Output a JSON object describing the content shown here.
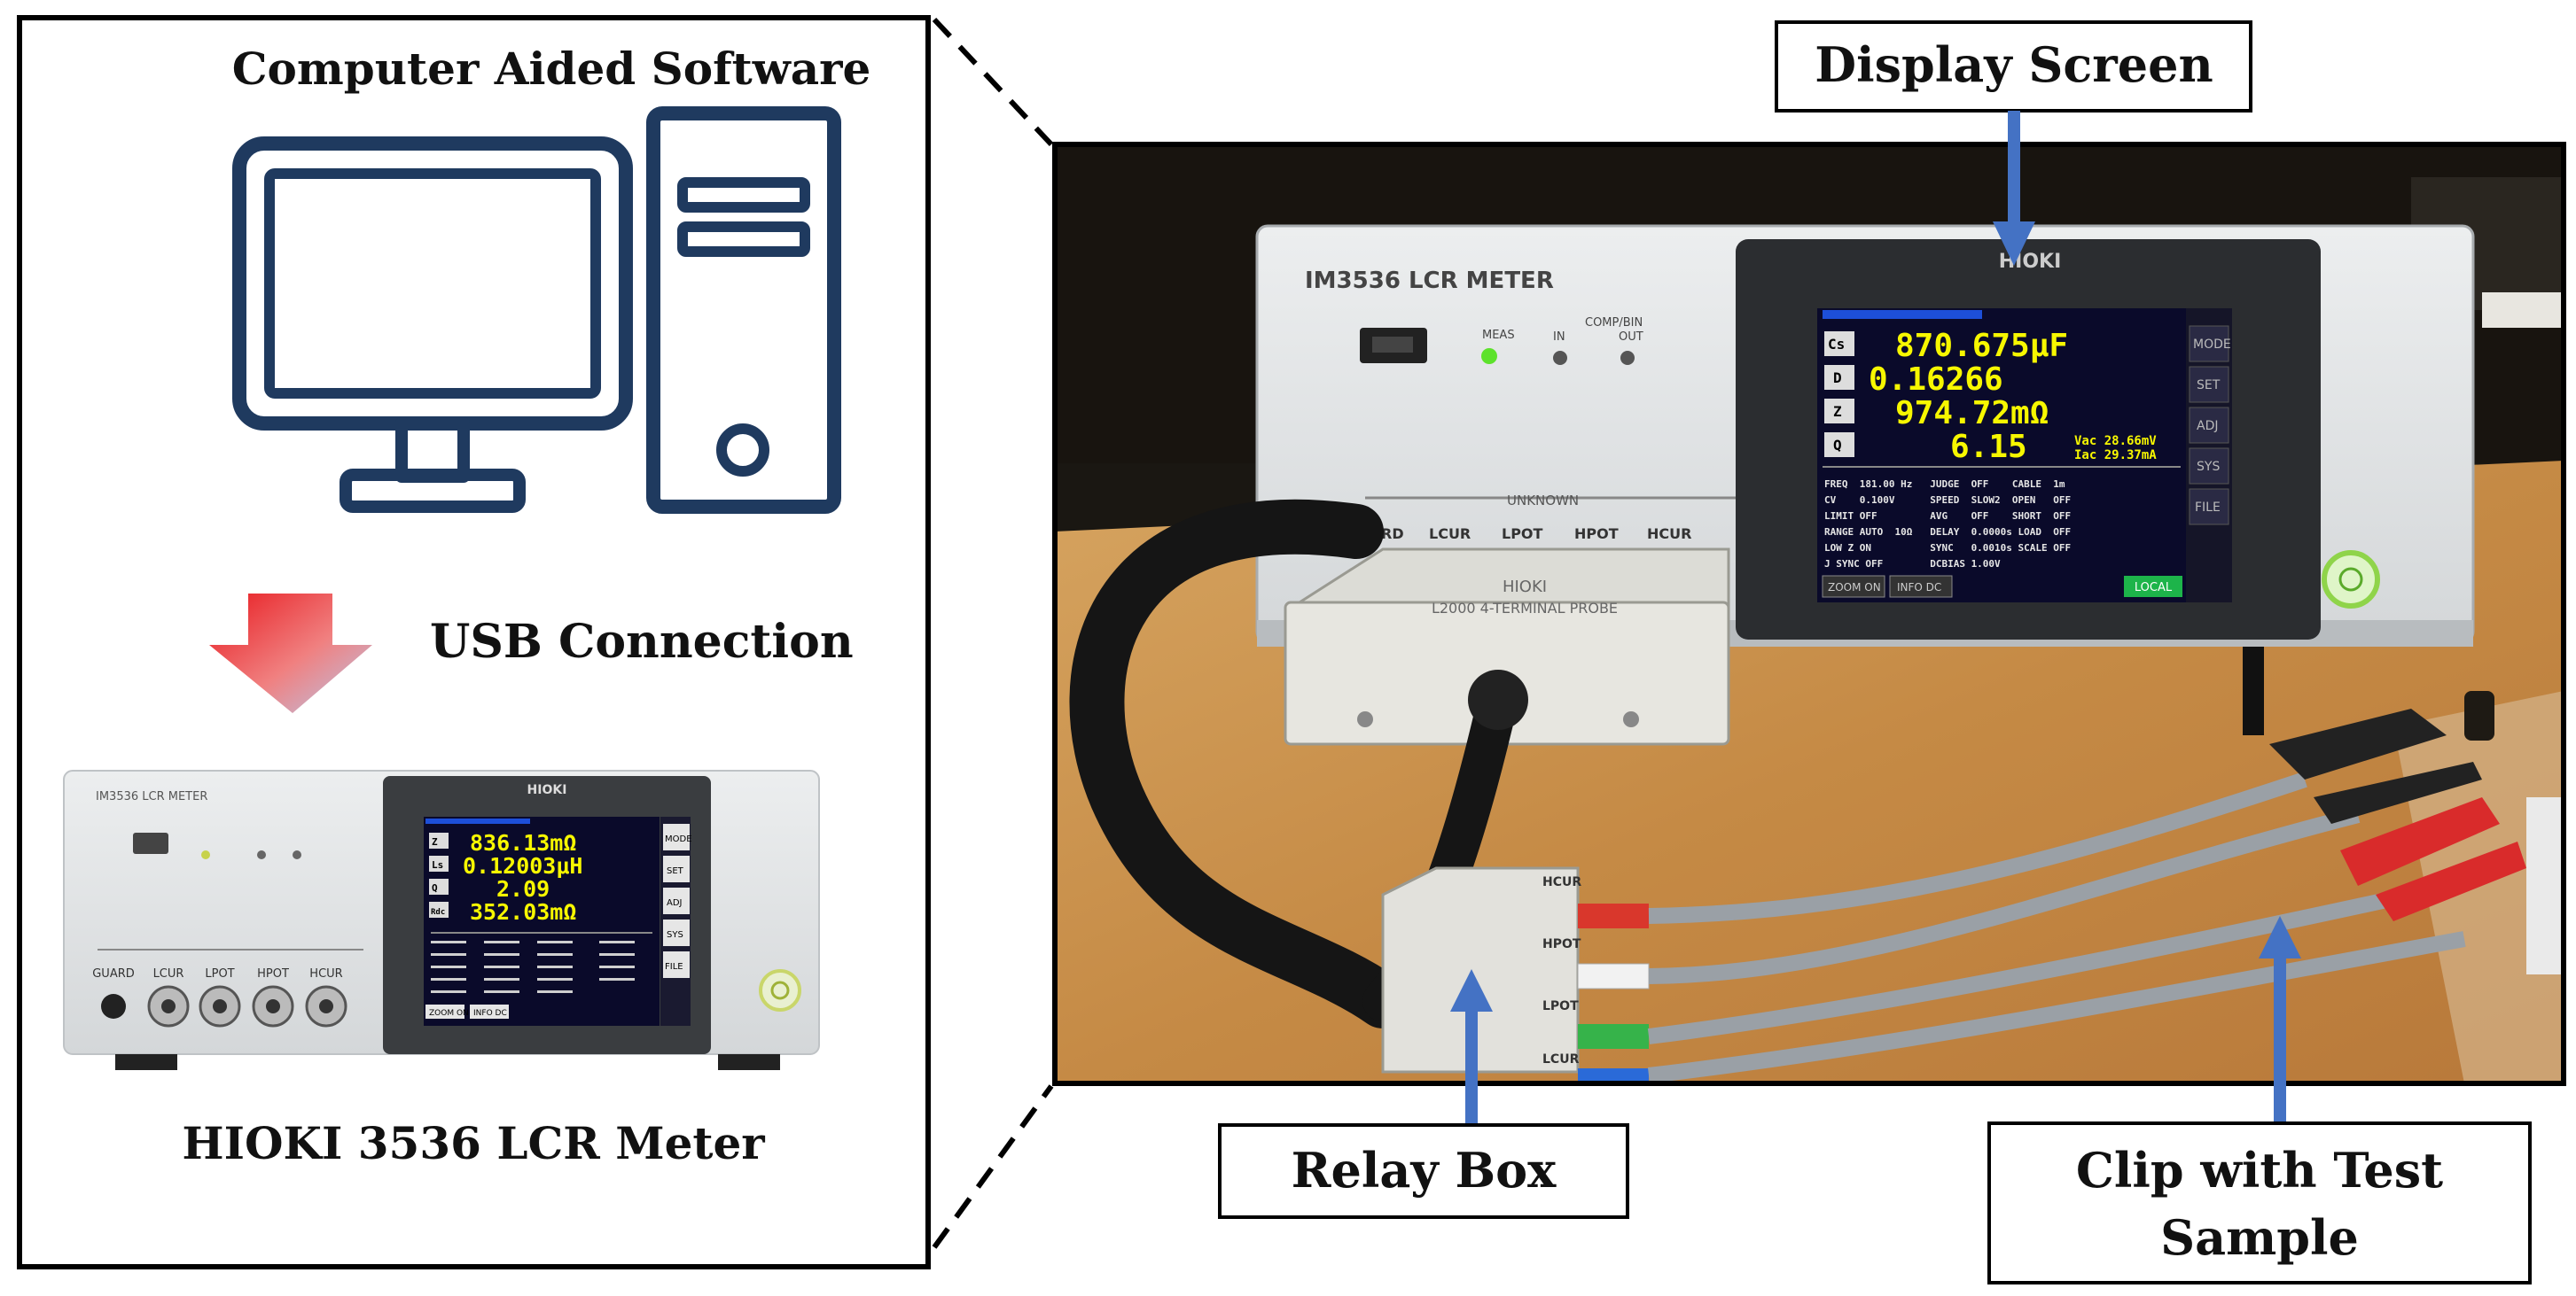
{
  "left_panel": {
    "software_label": "Computer Aided Software",
    "usb_label": "USB Connection",
    "meter_caption": "HIOKI 3536 LCR Meter",
    "meter_photo": {
      "brand": "HIOKI",
      "model": "IM3536 LCR METER",
      "readings": [
        {
          "param": "Z",
          "value": "836.13mΩ"
        },
        {
          "param": "Ls",
          "value": "0.12003μH"
        },
        {
          "param": "Q",
          "value": "2.09"
        },
        {
          "param": "Rdc",
          "value": "352.03mΩ"
        }
      ],
      "side_buttons": [
        "MODE",
        "SET",
        "ADJ",
        "SYS",
        "FILE"
      ],
      "bottom_buttons": [
        "ZOOM ON",
        "INFO DC"
      ],
      "terminal_labels": [
        "GUARD",
        "LCUR",
        "LPOT",
        "HPOT",
        "HCUR"
      ]
    }
  },
  "photo": {
    "meter_brand": "HIOKI",
    "meter_model": "IM3536 LCR METER",
    "panel_labels": {
      "meas": "MEAS",
      "comp": "COMP/BIN",
      "in": "IN",
      "out": "OUT",
      "unknown": "UNKNOWN"
    },
    "terminal_labels": [
      "GUARD",
      "LCUR",
      "LPOT",
      "HPOT",
      "HCUR"
    ],
    "probe_label": "L2000 4-TERMINAL PROBE",
    "probe_brand": "HIOKI",
    "screen": {
      "readings": [
        {
          "param": "Cs",
          "value": "870.675μF"
        },
        {
          "param": "D",
          "value": "0.16266"
        },
        {
          "param": "Z",
          "value": "974.72mΩ"
        },
        {
          "param": "Q",
          "value": "6.15"
        }
      ],
      "vac": "Vac  28.66mV",
      "iac": "Iac  29.37mA",
      "side_buttons": [
        "MODE",
        "SET",
        "ADJ",
        "SYS",
        "FILE"
      ],
      "settings": [
        "FREQ  181.00 Hz   JUDGE  OFF    CABLE  1m",
        "CV    0.100V      SPEED  SLOW2  OPEN   OFF",
        "LIMIT OFF         AVG    OFF    SHORT  OFF",
        "RANGE AUTO  10Ω   DELAY  0.0000s LOAD  OFF",
        "LOW Z ON          SYNC   0.0010s SCALE OFF",
        "J SYNC OFF        DCBIAS 1.00V"
      ],
      "bottom_buttons": [
        "ZOOM ON",
        "INFO DC"
      ],
      "local_button": "LOCAL"
    },
    "relay_labels": [
      "HCUR",
      "HPOT",
      "LPOT",
      "LCUR"
    ]
  },
  "callouts": {
    "display_screen": "Display Screen",
    "relay_box": "Relay Box",
    "clip_line1": "Clip with Test",
    "clip_line2": "Sample"
  },
  "colors": {
    "arrow_blue": "#4472c4",
    "monitor_navy": "#1f3a5f",
    "lcd_yellow": "#f7f700",
    "lcd_bg": "#0a0a2a",
    "usb_arrow_red": "#e8191e",
    "local_green": "#1db44a"
  }
}
